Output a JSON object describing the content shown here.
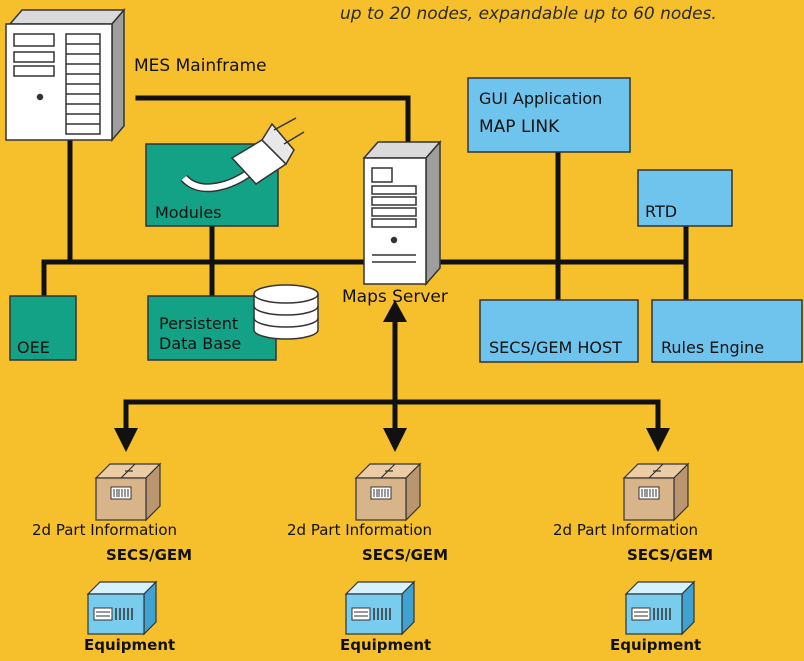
{
  "caption": "up to 20 nodes, expandable up to 60 nodes.",
  "nodes": {
    "mes_mainframe": "MES Mainframe",
    "maps_server": "Maps Server",
    "modules": "Modules",
    "oee": "OEE",
    "persistent_db_line1": "Persistent",
    "persistent_db_line2": "Data Base",
    "gui_line1": "GUI Application",
    "gui_line2": "MAP LINK",
    "rtd": "RTD",
    "secs_gem_host": "SECS/GEM HOST",
    "rules_engine": "Rules Engine"
  },
  "stations": [
    {
      "part_info": "2d Part Information",
      "protocol": "SECS/GEM",
      "equipment": "Equipment"
    },
    {
      "part_info": "2d Part Information",
      "protocol": "SECS/GEM",
      "equipment": "Equipment"
    },
    {
      "part_info": "2d Part Information",
      "protocol": "SECS/GEM",
      "equipment": "Equipment"
    }
  ],
  "colors": {
    "background": "#F6C02C",
    "teal_box": "#14A287",
    "blue_box": "#6EC4EC",
    "line": "#111111",
    "package": "#D8B48A"
  }
}
